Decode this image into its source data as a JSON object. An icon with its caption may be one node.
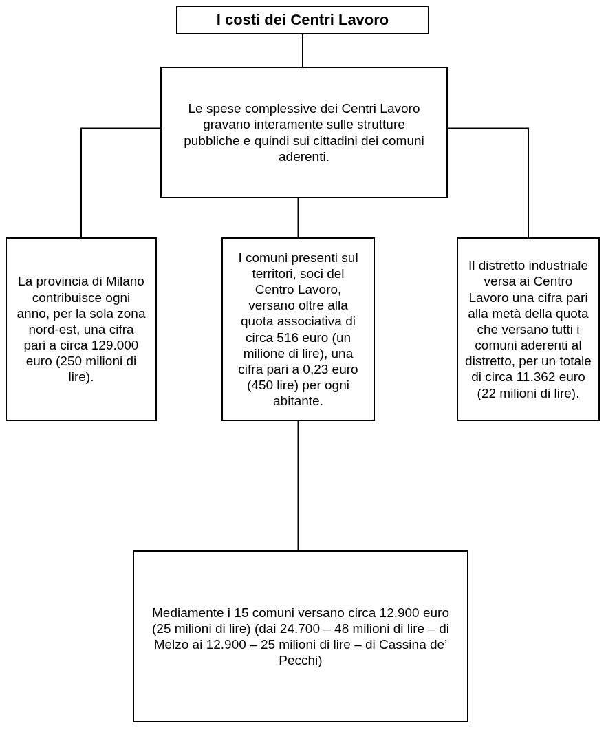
{
  "diagram": {
    "title": "I costi dei Centri Lavoro",
    "nodes": [
      {
        "text": [
          "Le spese complessive dei Centri Lavoro gravano interamente sulle strutture pubbliche e quindi sui cittadini dei comuni aderenti."
        ]
      },
      {
        "text": [
          "La provincia di Milano contribuisce ogni anno, per la sola zona nord-est, una cifra pari a circa 129.000 euro (250 milioni di lire)."
        ]
      },
      {
        "text": [
          "I comuni presenti sul territori, soci del Centro Lavoro, versano oltre alla quota associativa di circa 516 euro (un milione di lire), una cifra pari a 0,23 euro (450 lire) per ogni abitante."
        ]
      },
      {
        "text": [
          "Il distretto industriale versa ai Centro Lavoro una cifra pari alla metà della quota che versano tutti i comuni aderenti al distretto, per un totale di circa 11.362 euro (22 milioni di lire)."
        ]
      },
      {
        "text": [
          "Mediamente i 15 comuni versano circa 12.900 euro (25 milioni di lire) (dai 24.700 – 48 milioni di lire – di Melzo ai 12.900 – 25 milioni di lire – di Cassina de’ Pecchi)"
        ]
      }
    ],
    "edges": [
      {
        "from": null,
        "to": 0,
        "arrow": "none"
      },
      {
        "from": 0,
        "to": 1,
        "arrow": "none"
      },
      {
        "from": 0,
        "to": 2,
        "arrow": "none"
      },
      {
        "from": 0,
        "to": 3,
        "arrow": "none"
      },
      {
        "from": 2,
        "to": 4,
        "arrow": "none"
      }
    ]
  }
}
